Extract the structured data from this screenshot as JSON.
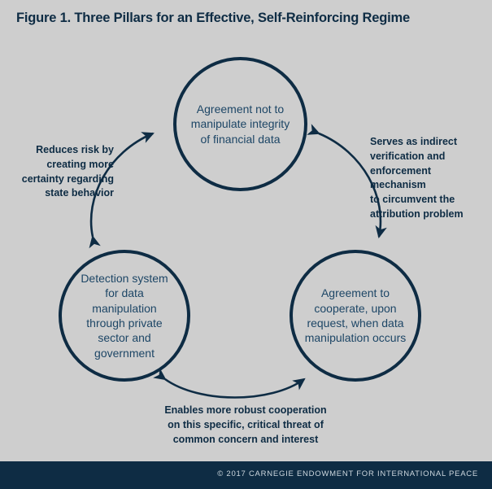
{
  "figure": {
    "title": "Figure 1. Three Pillars for an Effective, Self-Reinforcing Regime",
    "background_color": "#cecece",
    "accent_color": "#0e2c44",
    "node_text_color": "#1d4666"
  },
  "nodes": [
    {
      "id": "node-top",
      "label": "Agreement not to\nmanipulate integrity\nof financial data"
    },
    {
      "id": "node-left",
      "label": "Detection system\nfor data manipulation\nthrough private\nsector and\ngovernment"
    },
    {
      "id": "node-right",
      "label": "Agreement to\ncooperate, upon\nrequest, when data\nmanipulation occurs"
    }
  ],
  "edges": [
    {
      "id": "edge-left",
      "from": "node-left",
      "to": "node-top",
      "direction": "bidirectional",
      "label": "Reduces risk by\ncreating more\ncertainty regarding\nstate behavior"
    },
    {
      "id": "edge-right",
      "from": "node-top",
      "to": "node-right",
      "direction": "bidirectional",
      "label": "Serves as indirect\nverification and\nenforcement mechanism\nto circumvent the\nattribution problem"
    },
    {
      "id": "edge-bottom",
      "from": "node-left",
      "to": "node-right",
      "direction": "bidirectional",
      "label": "Enables more robust cooperation\non this specific, critical threat of\ncommon concern and interest"
    }
  ],
  "footer": {
    "credit": "© 2017 CARNEGIE ENDOWMENT FOR INTERNATIONAL PEACE",
    "background_color": "#0e2c44",
    "text_color": "#cdd7de"
  }
}
